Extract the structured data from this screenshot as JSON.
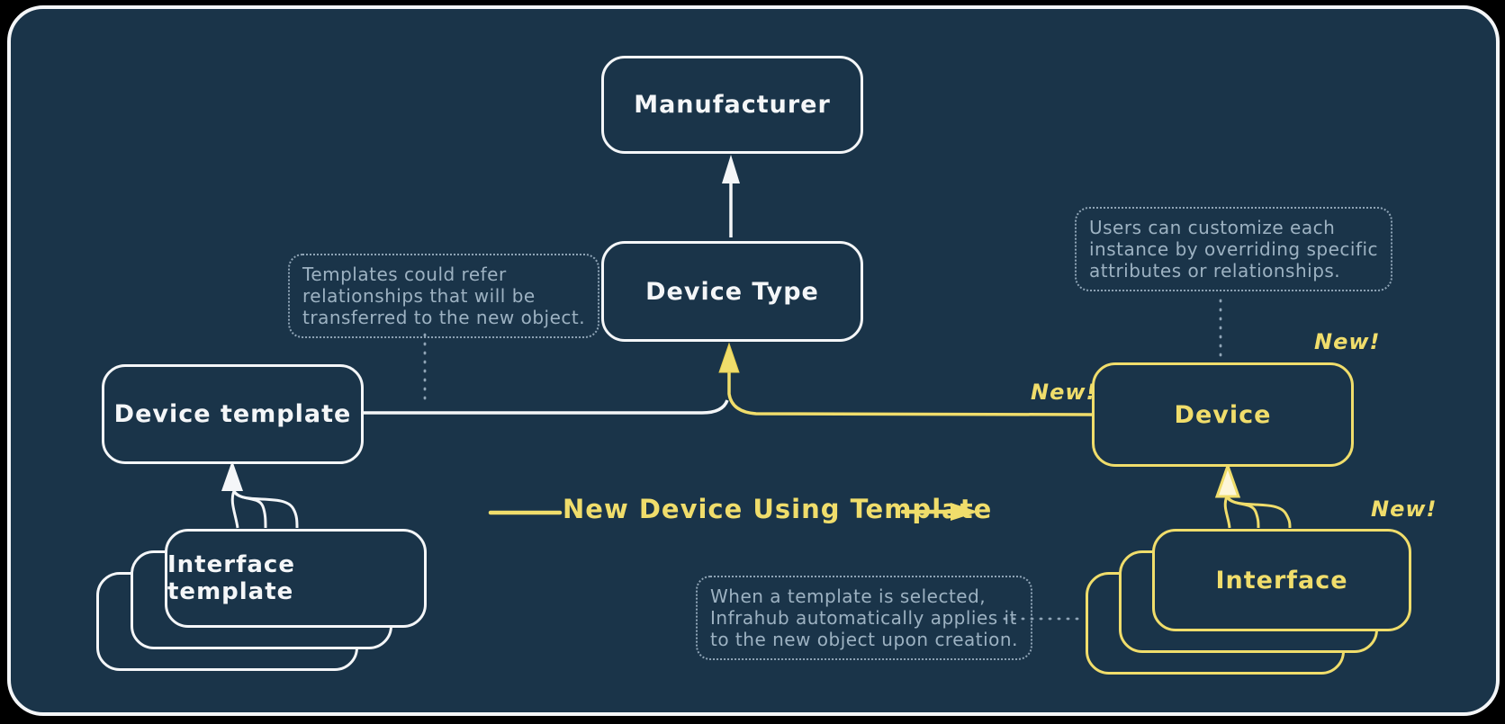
{
  "diagram": {
    "title_context": "Infrahub device template diagram",
    "colors": {
      "background": "#1a3449",
      "stroke_white": "#f4f6f8",
      "accent_yellow": "#f0dd6b",
      "note_gray": "#9db2c2"
    },
    "nodes": {
      "manufacturer": {
        "label": "Manufacturer"
      },
      "device_type": {
        "label": "Device Type"
      },
      "device_template": {
        "label": "Device template"
      },
      "interface_template": {
        "label": "Interface template"
      },
      "device": {
        "label": "Device"
      },
      "interface": {
        "label": "Interface"
      }
    },
    "notes": {
      "templates_note": {
        "lines": {
          "0": "Templates could refer",
          "1": "relationships that will be",
          "2": "transferred to the new object."
        }
      },
      "customize_note": {
        "lines": {
          "0": "Users can customize each",
          "1": "instance by overriding specific",
          "2": "attributes or relationships."
        }
      },
      "apply_note": {
        "lines": {
          "0": "When a template is selected,",
          "1": "Infrahub automatically applies it",
          "2": "to the new object upon creation."
        }
      }
    },
    "labels": {
      "flow": "New Device Using Template",
      "new_badge": "New!"
    }
  }
}
